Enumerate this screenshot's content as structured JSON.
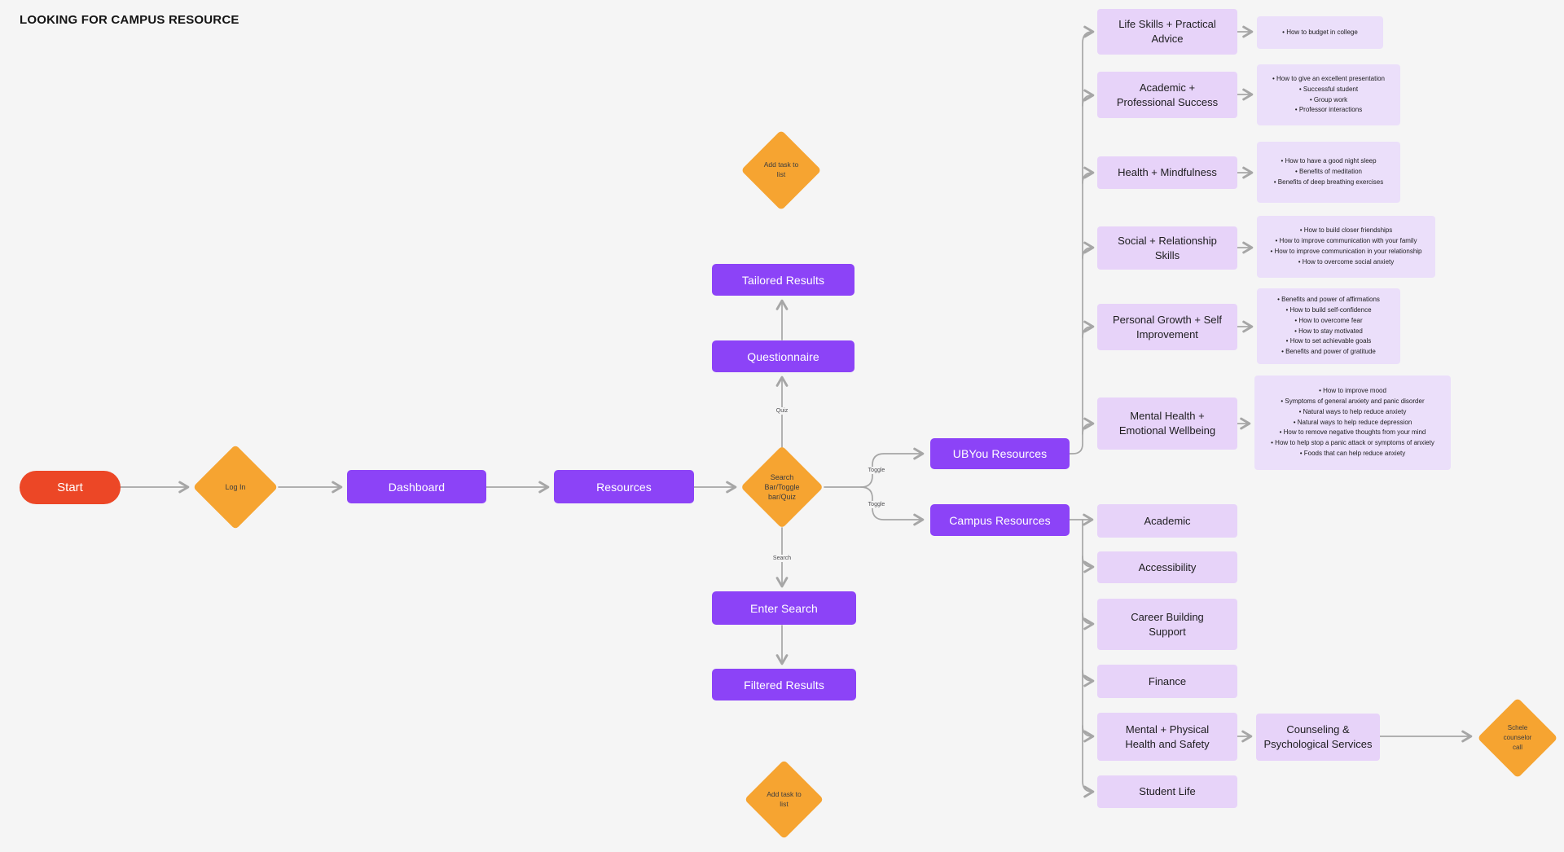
{
  "title": "LOOKING FOR CAMPUS RESOURCE",
  "colors": {
    "purple": "#8C43F7",
    "light_purple": "#E7D3F9",
    "bullet_purple": "#EBDFFA",
    "orange": "#F6A431",
    "red": "#EC4726",
    "arrow": "#A6A6A6",
    "background": "#F5F5F5"
  },
  "flow": {
    "start": "Start",
    "login": "Log In",
    "dashboard": "Dashboard",
    "resources": "Resources",
    "decision": "Search\nBar/Toggle\nbar/Quiz",
    "questionnaire": "Questionnaire",
    "tailored_results": "Tailored Results",
    "enter_search": "Enter Search",
    "filtered_results": "Filtered Results",
    "add_task_top": "Add task to\nlist",
    "add_task_bottom": "Add task to\nlist",
    "ubyou_resources": "UBYou Resources",
    "campus_resources": "Campus Resources",
    "schedule_call": "Schele\ncounselor\ncall"
  },
  "edge_labels": {
    "quiz": "Quiz",
    "toggle_top": "Toggle",
    "toggle_bottom": "Toggle",
    "search": "Search"
  },
  "ubyou_categories": [
    {
      "label": "Life Skills + Practical\nAdvice",
      "bullets": [
        "How to budget in college"
      ]
    },
    {
      "label": "Academic +\nProfessional Success",
      "bullets": [
        "How to give an excellent presentation",
        "Successful student",
        "Group work",
        "Professor interactions"
      ]
    },
    {
      "label": "Health + Mindfulness",
      "bullets": [
        "How to have a good night sleep",
        "Benefits of meditation",
        "Benefits of deep breathing exercises"
      ]
    },
    {
      "label": "Social + Relationship\nSkills",
      "bullets": [
        "How to build closer friendships",
        "How to improve communication with your family",
        "How to improve communication in your relationship",
        "How to overcome social anxiety"
      ]
    },
    {
      "label": "Personal Growth + Self\nImprovement",
      "bullets": [
        "Benefits and power of affirmations",
        "How to build self-confidence",
        "How to overcome fear",
        "How to stay motivated",
        "How to set achievable goals",
        "Benefits and power of gratitude"
      ]
    },
    {
      "label": "Mental Health +\nEmotional Wellbeing",
      "bullets": [
        "How to improve mood",
        "Symptoms of general anxiety and panic disorder",
        "Natural ways to help reduce anxiety",
        "Natural ways to help reduce depression",
        "How to remove negative thoughts from your mind",
        "How to help stop a panic attack or symptoms of anxiety",
        "Foods that can help reduce anxiety"
      ]
    }
  ],
  "campus_categories": [
    {
      "label": "Academic"
    },
    {
      "label": "Accessibility"
    },
    {
      "label": "Career Building\nSupport"
    },
    {
      "label": "Finance"
    },
    {
      "label": "Mental + Physical\nHealth and Safety"
    },
    {
      "label": "Student Life"
    }
  ],
  "counseling": "Counseling &\nPsychological Services"
}
